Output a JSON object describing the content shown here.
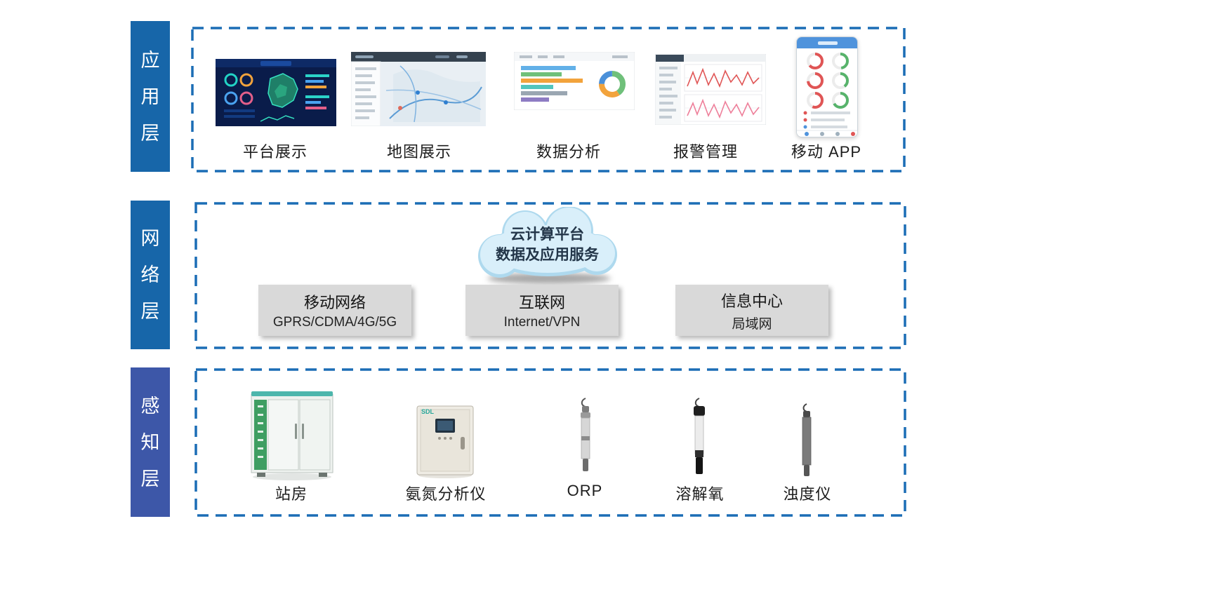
{
  "layers": {
    "application": {
      "label": "应用层",
      "items": [
        {
          "caption": "平台展示"
        },
        {
          "caption": "地图展示"
        },
        {
          "caption": "数据分析"
        },
        {
          "caption": "报警管理"
        },
        {
          "caption": "移动 APP"
        }
      ]
    },
    "network": {
      "label": "网络层",
      "cloud": {
        "line1": "云计算平台",
        "line2": "数据及应用服务"
      },
      "nodes": [
        {
          "title": "移动网络",
          "subtitle": "GPRS/CDMA/4G/5G"
        },
        {
          "title": "互联网",
          "subtitle": "Internet/VPN"
        },
        {
          "title": "信息中心",
          "subtitle": "局域网"
        }
      ]
    },
    "perception": {
      "label": "感知层",
      "devices": [
        {
          "caption": "站房"
        },
        {
          "caption": "氨氮分析仪",
          "brand": "SDL"
        },
        {
          "caption": "ORP"
        },
        {
          "caption": "溶解氧"
        },
        {
          "caption": "浊度仪"
        }
      ]
    }
  },
  "colors": {
    "layer_tab_blue": "#1766a9",
    "perception_tab_blue": "#3d57a8",
    "dashed_border_blue": "#1b6db5",
    "network_node_gray": "#d9d9d9",
    "cloud_fill": "#d9effa"
  }
}
